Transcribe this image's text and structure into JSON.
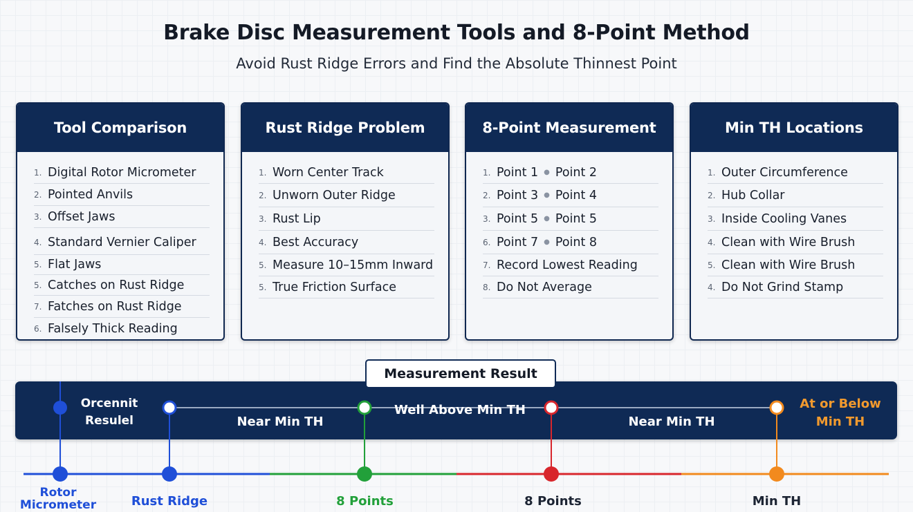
{
  "header": {
    "title": "Brake Disc Measurement Tools and 8-Point Method",
    "subtitle": "Avoid Rust Ridge Errors and Find the Absolute Thinnest Point"
  },
  "cards": [
    {
      "title": "Tool Comparison",
      "items": [
        {
          "num": "1.",
          "text": "Digital Rotor Micrometer"
        },
        {
          "num": "2.",
          "text": "Pointed Anvils"
        },
        {
          "num": "3.",
          "text": "Offset Jaws"
        },
        {
          "num": "4.",
          "text": "Standard Vernier Caliper"
        },
        {
          "num": "5.",
          "text": "Flat Jaws"
        },
        {
          "num": "5.",
          "text": "Catches on Rust Ridge"
        },
        {
          "num": "7.",
          "text": "Fatches on Rust Ridge"
        },
        {
          "num": "6.",
          "text": "Falsely Thick Reading"
        }
      ]
    },
    {
      "title": "Rust Ridge Problem",
      "items": [
        {
          "num": "1.",
          "text": "Worn Center Track"
        },
        {
          "num": "2.",
          "text": "Unworn Outer Ridge"
        },
        {
          "num": "3.",
          "text": "Rust Lip"
        },
        {
          "num": "4.",
          "text": "Best Accuracy"
        },
        {
          "num": "5.",
          "text": "Measure 10–15mm Inward"
        },
        {
          "num": "5.",
          "text": "True Friction Surface"
        }
      ]
    },
    {
      "title": "8-Point Measurement",
      "items": [
        {
          "num": "1.",
          "text": "Point 1",
          "text2": "Point 2"
        },
        {
          "num": "2.",
          "text": "Point 3",
          "text2": "Point 4"
        },
        {
          "num": "3.",
          "text": "Point 5",
          "text2": "Point 5"
        },
        {
          "num": "6.",
          "text": "Point 7",
          "text2": "Point 8"
        },
        {
          "num": "7.",
          "text": "Record Lowest Reading"
        },
        {
          "num": "8.",
          "text": "Do Not Average"
        }
      ]
    },
    {
      "title": "Min TH Locations",
      "items": [
        {
          "num": "1.",
          "text": "Outer Circumference"
        },
        {
          "num": "2.",
          "text": "Hub Collar"
        },
        {
          "num": "3.",
          "text": "Inside Cooling Vanes"
        },
        {
          "num": "4.",
          "text": "Clean with Wire Brush"
        },
        {
          "num": "5.",
          "text": "Clean with Wire Brush"
        },
        {
          "num": "4.",
          "text": "Do Not Grind Stamp"
        }
      ]
    }
  ],
  "result": {
    "tab_label": "Measurement Result",
    "band_labels": {
      "first": "Orcennit\nResulel",
      "near1": "Near Min TH",
      "well": "Well Above Min TH",
      "near2": "Near Min TH",
      "below": "At or Below\nMin TH"
    },
    "axis_labels": {
      "rotor": "Rotor\nMicrometer",
      "rust": "Rust Ridge",
      "points1": "8 Points",
      "points2": "8 Points",
      "minth": "Min TH"
    },
    "colors": {
      "navy": "#0f2a55",
      "blue": "#1f4fd8",
      "green": "#22a03a",
      "red": "#d8262c",
      "orange": "#f28a1e"
    }
  }
}
